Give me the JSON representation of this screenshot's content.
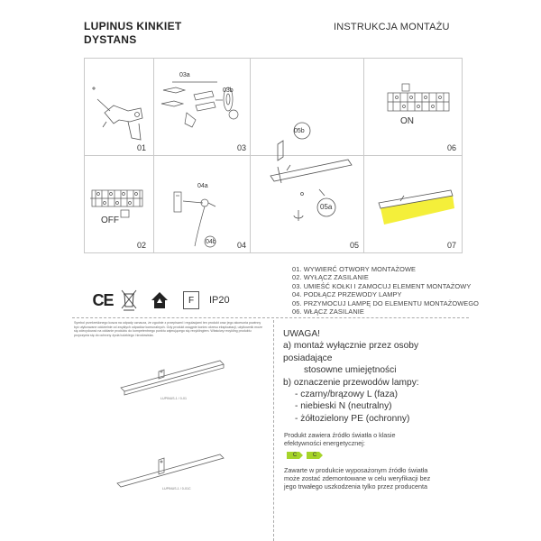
{
  "header": {
    "title_line1": "LUPINUS KINKIET",
    "title_line2": "DYSTANS",
    "instruction": "INSTRUKCJA MONTAŻU"
  },
  "panels": {
    "p01": "01",
    "p02": "02",
    "p03": "03",
    "p04": "04",
    "p05": "05",
    "p06": "06",
    "p07": "07",
    "on": "ON",
    "off": "OFF",
    "tag_03a": "03a",
    "tag_03b": "03b",
    "tag_04a": "04a",
    "tag_04b": "04b",
    "tag_05a": "05a",
    "tag_05b": "05b"
  },
  "steps": [
    "01. WYWIERĆ OTWORY MONTAŻOWE",
    "02. WYŁĄCZ ZASILANIE",
    "03. UMIEŚĆ KOŁKI I ZAMOCUJ ELEMENT MONTAŻOWY",
    "04. PODŁĄCZ PRZEWODY LAMPY",
    "05. PRZYMOCUJ LAMPĘ DO ELEMENTU MONTAŻOWEGO",
    "06. WŁĄCZ ZASILANIE"
  ],
  "certs": {
    "ce": "CE",
    "f": "F",
    "ip": "IP20"
  },
  "disposal_text": "Symbol przekreślonego kosza na odpady oznacza, że zgodnie z przepisami i regulacjami ten produkt oraz jego akcesoria powinny być utylizowane oddzielnie od zwykłych odpadów komunalnych. Gdy produkt osiągnie koniec okresu eksploatacji, użytkownik może się zdecydować na oddanie produktu do kompetentnego punktu zajmującego się recyklingiem. Właściwy recykling produktu przyczynia się do ochrony życia ludzkiego i środowiska.",
  "product_labels": {
    "top": "LUPINUS-1 / 0-01",
    "bottom": "LUPINUS-1 / 0-01C"
  },
  "warning": {
    "title": "UWAGA!",
    "line_a1": "a) montaż wyłącznie przez osoby posiadające",
    "line_a2": "stosowne umiejętności",
    "line_b": "b) oznaczenie przewodów lampy:",
    "wire1": "- czarny/brązowy L (faza)",
    "wire2": "- niebieski N (neutralny)",
    "wire3": "- żółtozielony PE (ochronny)"
  },
  "energy": {
    "line1": "Produkt zawiera źródło światła o klasie",
    "line2": "efektywności energetycznej:",
    "class1": "C",
    "class2": "C",
    "note1": "Zawarte w produkcie wyposażonym źródło światła",
    "note2": "może zostać zdemontowane w celu weryfikacji bez",
    "note3": "jego trwałego uszkodzenia tylko przez producenta"
  },
  "colors": {
    "accent_yellow": "#f4ef3a",
    "energy_green": "#a6d42a",
    "grid": "#c9c9c9"
  }
}
